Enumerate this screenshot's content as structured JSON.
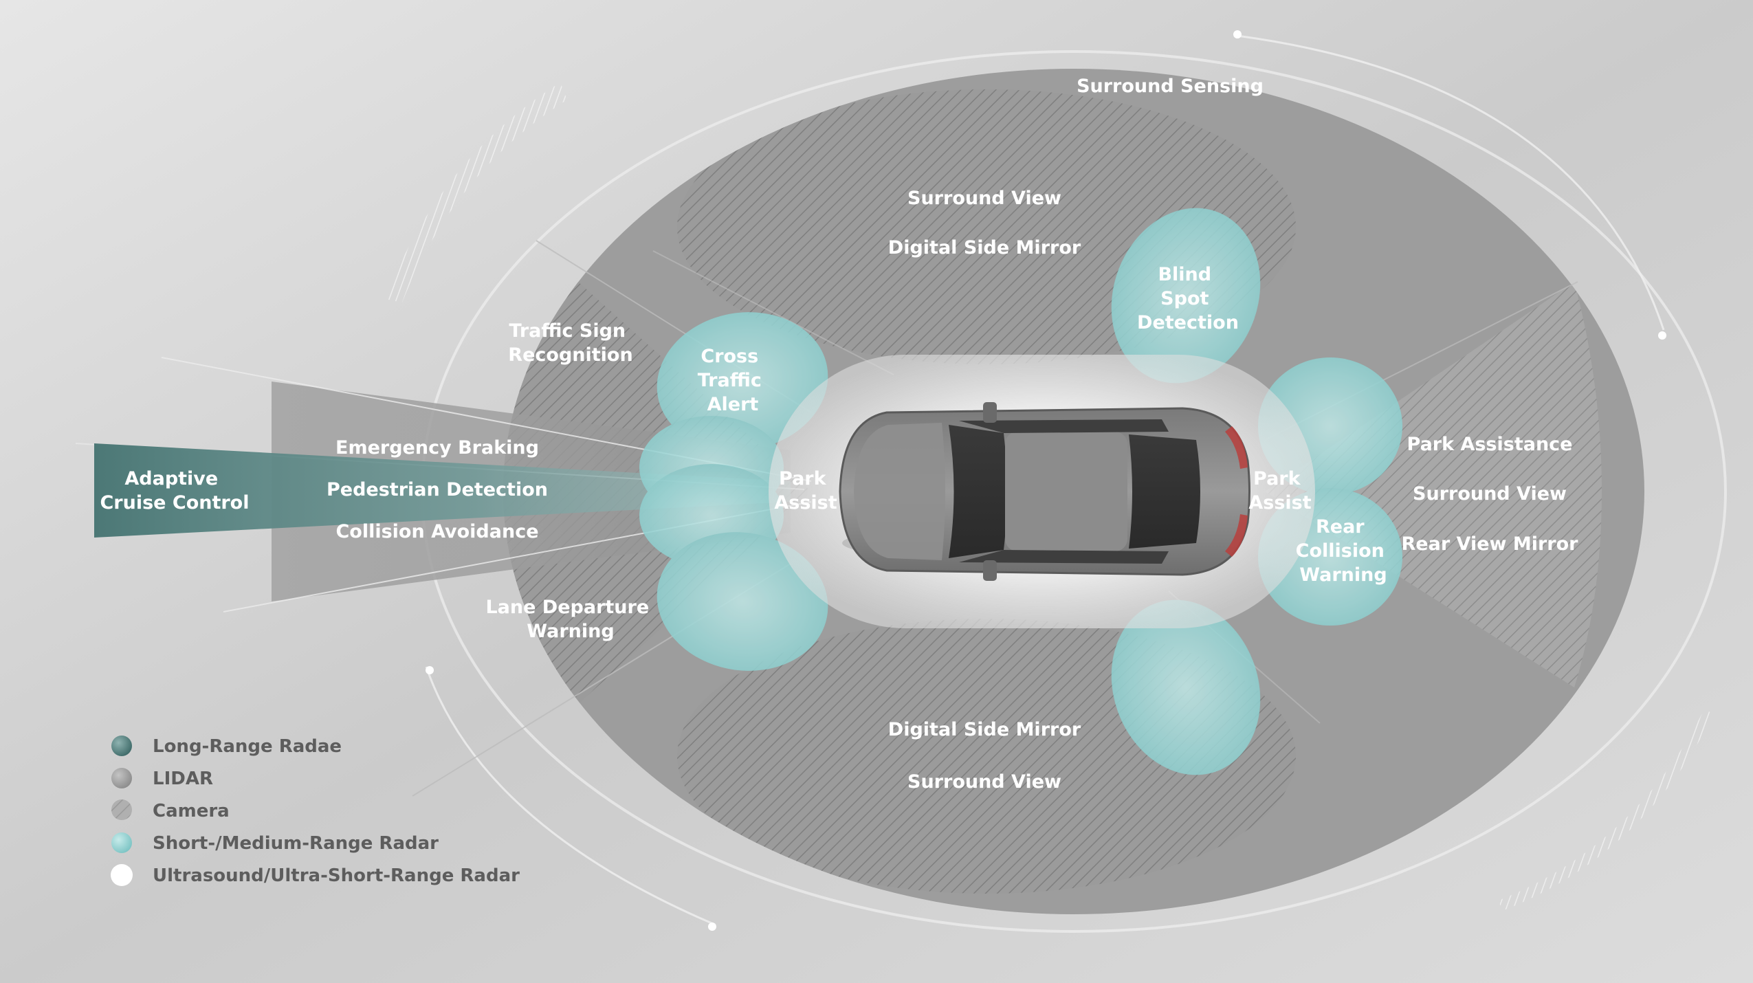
{
  "diagram": {
    "labels": {
      "surround_sensing": "Surround Sensing",
      "surround_view_top": "Surround View",
      "digital_side_mirror_top": "Digital Side Mirror",
      "blind_spot_detection": [
        "Blind",
        "Spot",
        "Detection"
      ],
      "traffic_sign_recognition": [
        "Traffic Sign",
        "Recognition"
      ],
      "cross_traffic_alert": [
        "Cross",
        "Traffic",
        "Alert"
      ],
      "emergency_braking": "Emergency Braking",
      "pedestrian_detection": "Pedestrian Detection",
      "collision_avoidance": "Collision Avoidance",
      "adaptive_cruise_control": [
        "Adaptive",
        "Cruise Control"
      ],
      "park_assist_front": [
        "Park",
        "Assist"
      ],
      "park_assist_rear": [
        "Park",
        "Assist"
      ],
      "rear_collision_warning": [
        "Rear",
        "Collision",
        "Warning"
      ],
      "park_assistance": "Park Assistance",
      "surround_view_rear": "Surround View",
      "rear_view_mirror": "Rear View Mirror",
      "lane_departure_warning": [
        "Lane Departure",
        "Warning"
      ],
      "digital_side_mirror_bottom": "Digital Side Mirror",
      "surround_view_bottom": "Surround View"
    }
  },
  "legend": [
    {
      "key": "long_range_radar",
      "label": "Long-Range Radae",
      "icon": "long-range-radar-swatch",
      "color": "#4f7e7c"
    },
    {
      "key": "lidar",
      "label": "LIDAR",
      "icon": "lidar-swatch",
      "color": "#9a9a9a"
    },
    {
      "key": "camera",
      "label": "Camera",
      "icon": "camera-hatch-swatch",
      "color": "#8a8a8a"
    },
    {
      "key": "short_medium_radar",
      "label": "Short-/Medium-Range Radar",
      "icon": "short-medium-radar-swatch",
      "color": "#8ccfcf"
    },
    {
      "key": "ultrasound",
      "label": "Ultrasound/Ultra-Short-Range Radar",
      "icon": "ultrasound-swatch",
      "color": "#ffffff"
    }
  ]
}
